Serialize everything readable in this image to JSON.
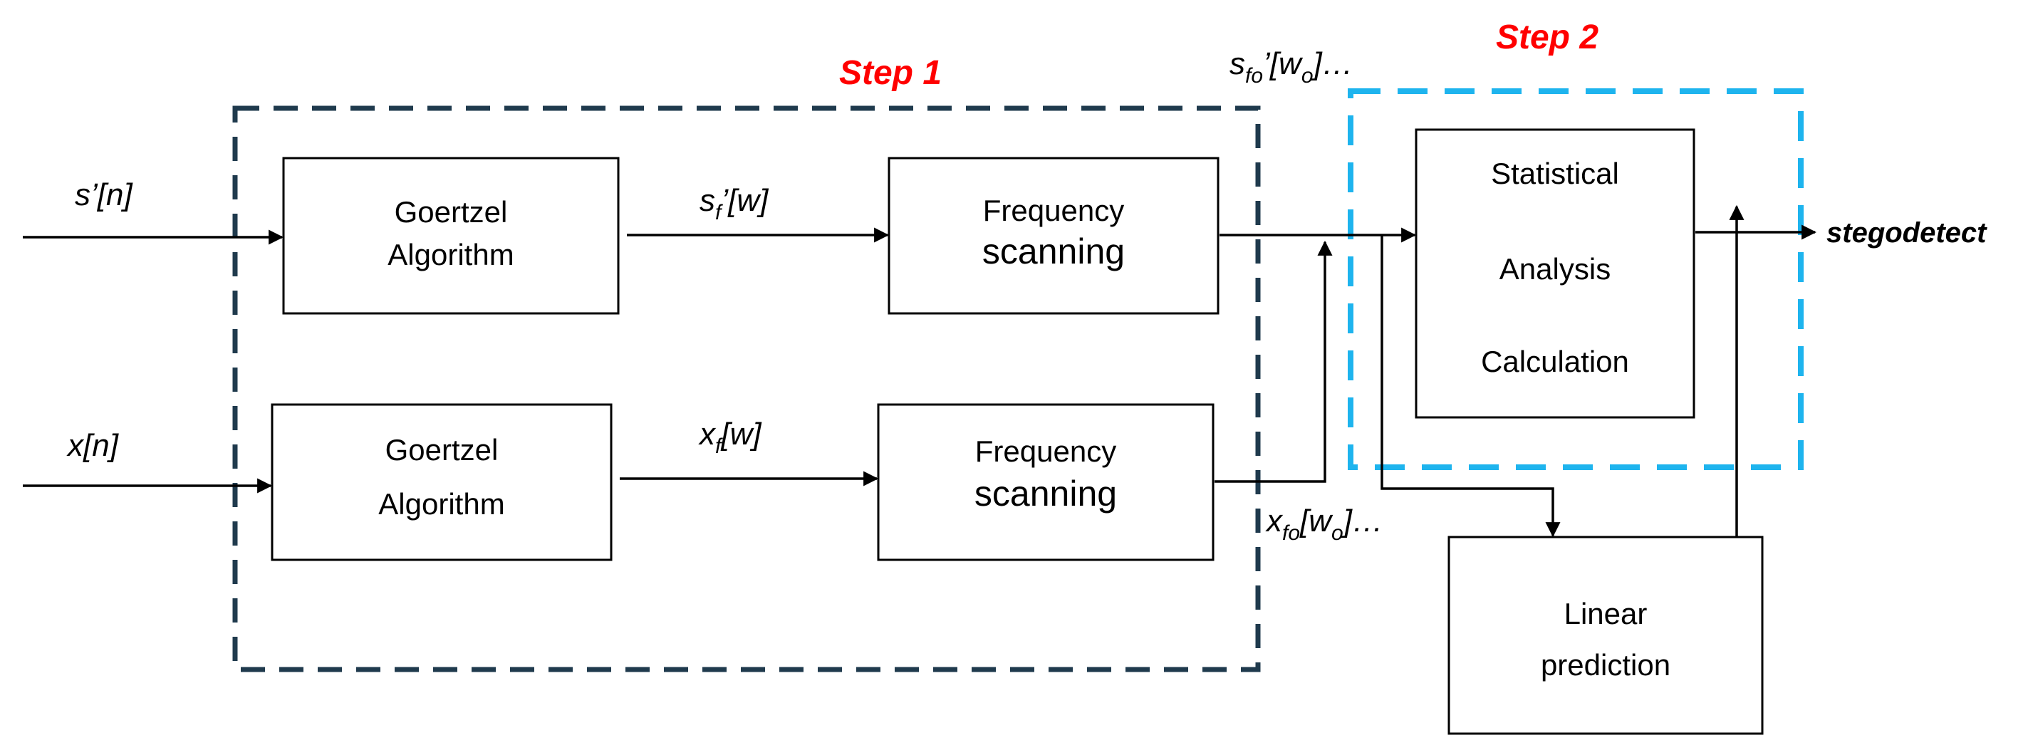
{
  "steps": {
    "step1": "Step 1",
    "step2": "Step 2",
    "color": "#ff0000",
    "step1_border_color": "#1f3a4d",
    "step2_border_color": "#1eb4ee"
  },
  "blocks": {
    "goertzel_top": [
      "Goertzel",
      "Algorithm"
    ],
    "goertzel_bottom": [
      "Goertzel",
      "Algorithm"
    ],
    "freq_top": [
      "Frequency",
      "scanning"
    ],
    "freq_bottom": [
      "Frequency",
      "scanning"
    ],
    "statistical": [
      "Statistical",
      "Analysis",
      "Calculation"
    ],
    "linear": [
      "Linear",
      "prediction"
    ]
  },
  "signals": {
    "s_prime_n": "s’[n]",
    "x_n": "x[n]",
    "sf": {
      "base": "s",
      "sub": "f",
      "rest": "’[w]"
    },
    "xf": {
      "base": "x",
      "sub": "f",
      "rest": "[w]"
    },
    "sfo": {
      "base": "s",
      "sub": "fo",
      "mid": "’[w",
      "sub2": "o",
      "rest": "]…"
    },
    "xfo": {
      "base": "x",
      "sub": "fo",
      "mid": "[w",
      "sub2": "o",
      "rest": "]…"
    }
  },
  "output": "stegodetect"
}
